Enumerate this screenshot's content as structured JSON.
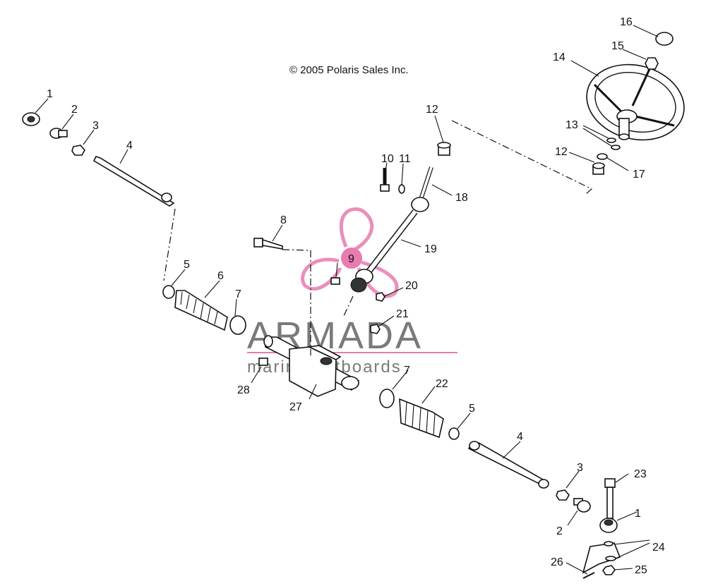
{
  "copyright": "© 2005 Polaris Sales Inc.",
  "watermark": {
    "brand": "ARMADA",
    "tagline": "marine outboards",
    "accent_color": "#e87bb0"
  },
  "callouts": [
    "1",
    "2",
    "3",
    "4",
    "5",
    "6",
    "7",
    "8",
    "9",
    "10",
    "11",
    "12",
    "13",
    "14",
    "15",
    "16",
    "17",
    "18",
    "19",
    "20",
    "21",
    "22",
    "23",
    "24",
    "25",
    "26",
    "27",
    "28"
  ]
}
